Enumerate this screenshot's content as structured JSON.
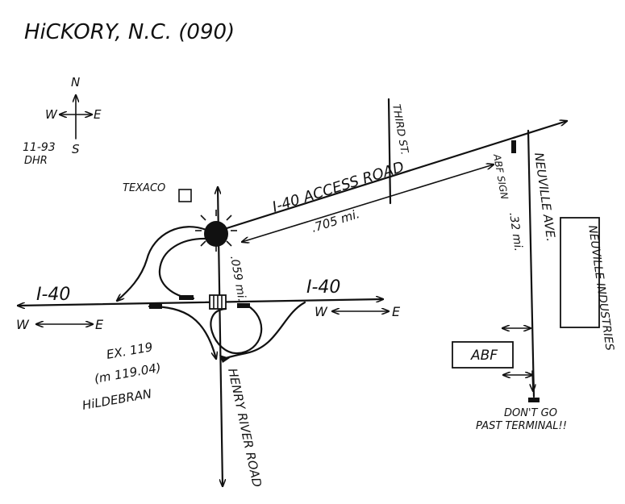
{
  "title": "HiCKORY, N.C. (090)",
  "revision": {
    "date": "11-93",
    "initials": "DHR"
  },
  "compass": {
    "n": "N",
    "s": "S",
    "e": "E",
    "w": "W"
  },
  "roads": {
    "interstate_left": "I-40",
    "interstate_right": "I-40",
    "access_road": "I-40 ACCESS ROAD",
    "third_st": "THIRD ST.",
    "neuville_ave": "NEUVILLE AVE.",
    "henry_river_road": "HENRY RIVER ROAD"
  },
  "direction_left": {
    "w": "W",
    "e": "E"
  },
  "direction_right": {
    "w": "W",
    "e": "E"
  },
  "distances": {
    "access_road": ".705 mi.",
    "henry_river": ".059 mi.",
    "neuville": ".32 mi."
  },
  "landmarks": {
    "texaco": "TEXACO",
    "abf_sign": "ABF SIGN",
    "neuville_industries": "NEUVILLE INDUSTRIES",
    "abf": "ABF"
  },
  "exit": {
    "number": "EX. 119",
    "milepost": "(m 119.04)",
    "name": "HiLDEBRAN"
  },
  "warning": {
    "line1": "DON'T GO",
    "line2": "PAST TERMINAL!!"
  }
}
